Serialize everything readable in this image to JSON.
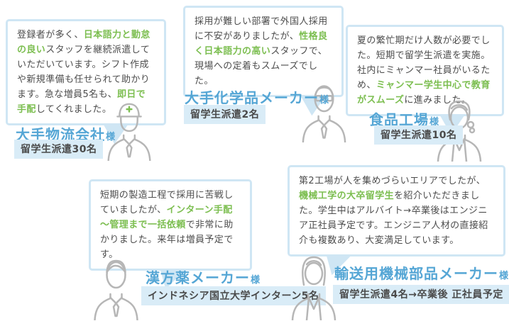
{
  "colors": {
    "accent_blue": "#55a6d5",
    "bubble_border": "#cfe6f4",
    "badge_bg": "#d9ecf7",
    "highlight_green": "#7cbe50",
    "body_text": "#4d4d4d",
    "avatar_gray": "#b6b6b6",
    "page_bg": "#ffffff"
  },
  "testimonials": [
    {
      "company": "大手物流会社",
      "suffix": "様",
      "badge": "留学生派遣30名",
      "avatar": "construction-worker",
      "quote_segments": [
        {
          "t": "登録者が多く、",
          "h": false
        },
        {
          "t": "日本語力と勤怠の良い",
          "h": true
        },
        {
          "t": "スタッフを継続派遣していただいています。シフト作成や新規準備も任せられて助かります。急な増員5名も、",
          "h": false
        },
        {
          "t": "即日で手配",
          "h": true
        },
        {
          "t": "してくれました。",
          "h": false
        }
      ]
    },
    {
      "company": "大手化学品メーカー",
      "suffix": "様",
      "badge": "留学生派遣2名",
      "avatar": "man-glasses",
      "quote_segments": [
        {
          "t": "採用が難しい部署で外国人採用に不安がありましたが、",
          "h": false
        },
        {
          "t": "性格良く日本語力の高い",
          "h": true
        },
        {
          "t": "スタッフで、現場への定着もスムーズでした。",
          "h": false
        }
      ]
    },
    {
      "company": "食品工場",
      "suffix": "様",
      "badge": "留学生派遣10名",
      "avatar": "woman-ponytail",
      "quote_segments": [
        {
          "t": "夏の繁忙期だけ人数が必要でした。短期で留学生派遣を実施。社内にミャンマー社員がいるため、",
          "h": false
        },
        {
          "t": "ミャンマー学生中心で教育がスムーズ",
          "h": true
        },
        {
          "t": "に進みました。",
          "h": false
        }
      ]
    },
    {
      "company": "漢方薬メーカー",
      "suffix": "様",
      "badge": "インドネシア国立大学インターン5名",
      "avatar": "man",
      "quote_segments": [
        {
          "t": "短期の製造工程で採用に苦戦していましたが、",
          "h": false
        },
        {
          "t": "インターン手配～管理まで一括依頼",
          "h": true
        },
        {
          "t": "で非常に助かりました。来年は増員予定です。",
          "h": false
        }
      ]
    },
    {
      "company": "輸送用機械部品メーカー",
      "suffix": "様",
      "badge": "留学生派遣4名→卒業後 正社員予定",
      "avatar": "woman-long-hair",
      "quote_segments": [
        {
          "t": "第2工場が人を集めづらいエリアでしたが、",
          "h": false
        },
        {
          "t": "機械工学の大卒留学生",
          "h": true
        },
        {
          "t": "を紹介いただきました。学生中はアルバイト→卒業後はエンジニア正社員予定です。エンジニア人材の直接紹介も複数あり、大変満足しています。",
          "h": false
        }
      ]
    }
  ]
}
